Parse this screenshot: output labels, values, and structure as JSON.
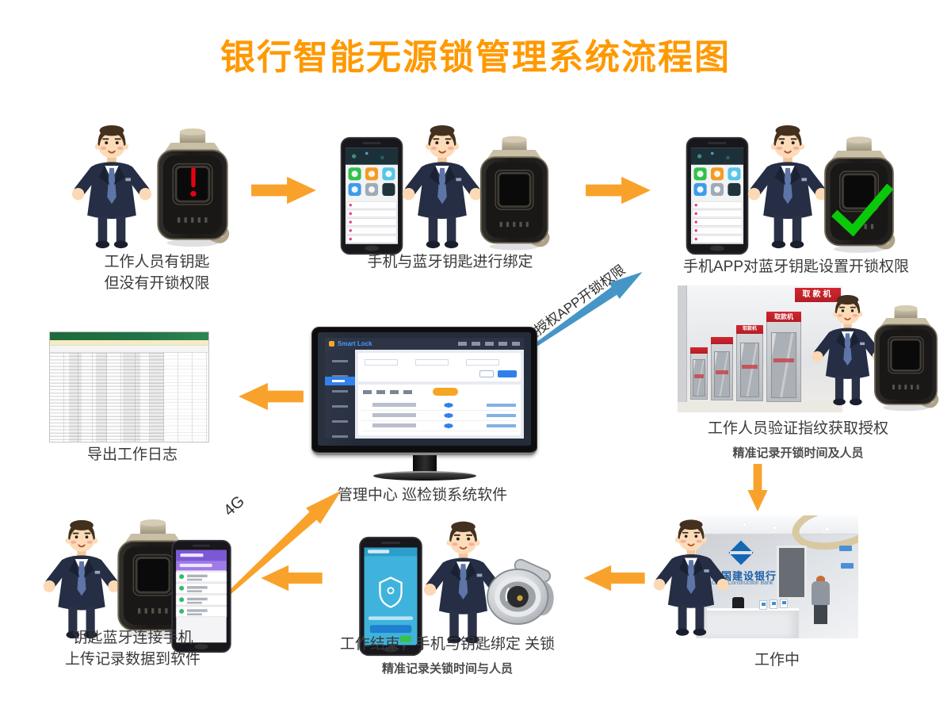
{
  "title": {
    "text": "银行智能无源锁管理系统流程图"
  },
  "colors": {
    "title_orange": "#FF9900",
    "arrow_orange": "#F9A22B",
    "arrow_blue": "#4596C7",
    "caption_text": "#3A3A3A",
    "atm_banner_red": "#C3232B",
    "ccb_blue": "#1467B2"
  },
  "captions": {
    "step1_line1": "工作人员有钥匙",
    "step1_line2": "但没有开锁权限",
    "step2": "手机与蓝牙钥匙进行绑定",
    "step3": "手机APP对蓝牙钥匙设置开锁权限",
    "step4": "工作人员验证指纹获取授权",
    "step4_sub": "精准记录开锁时间及人员",
    "step5": "工作中",
    "step6": "工作结束，手机与钥匙绑定 关锁",
    "step6_sub": "精准记录关锁时间与人员",
    "step7_line1": "钥匙蓝牙连接手机",
    "step7_line2": "上传记录数据到软件",
    "center": "管理中心 巡检锁系统软件",
    "export": "导出工作日志"
  },
  "arrow_labels": {
    "remote_auth": "远程授权APP开锁权限",
    "g4": "4G"
  },
  "monitor": {
    "logo": "Smart Lock"
  },
  "photos": {
    "atm": {
      "banner": "取款机"
    },
    "bank": {
      "logo_cn": "中国建设银行",
      "logo_en": "China Construction Bank"
    }
  }
}
